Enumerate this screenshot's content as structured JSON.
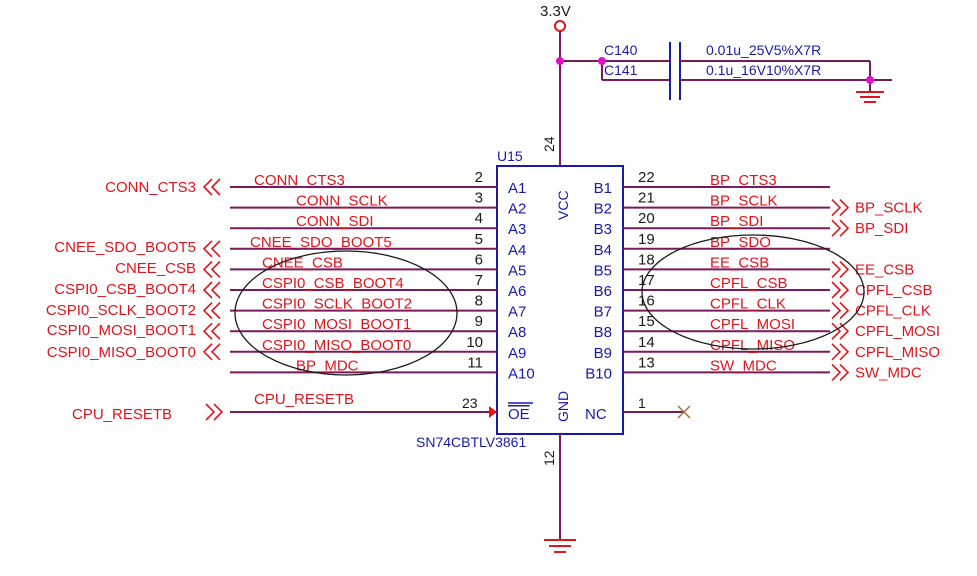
{
  "power": {
    "label": "3.3V"
  },
  "chip": {
    "ref": "U15",
    "part": "SN74CBTLV3861",
    "vcc_label": "VCC",
    "gnd_label": "GND",
    "vcc_pin": "24",
    "gnd_pin": "12"
  },
  "caps": [
    {
      "ref": "C140",
      "value": "0.01u_25V5%X7R"
    },
    {
      "ref": "C141",
      "value": "0.1u_16V10%X7R"
    }
  ],
  "left_pins": [
    {
      "num": "2",
      "name": "A1",
      "net": "CONN_CTS3",
      "port": "CONN_CTS3"
    },
    {
      "num": "3",
      "name": "A2",
      "net": "CONN_SCLK",
      "port": ""
    },
    {
      "num": "4",
      "name": "A3",
      "net": "CONN_SDI",
      "port": ""
    },
    {
      "num": "5",
      "name": "A4",
      "net": "CNEE_SDO_BOOT5",
      "port": "CNEE_SDO_BOOT5"
    },
    {
      "num": "6",
      "name": "A5",
      "net": "CNEE_CSB",
      "port": "CNEE_CSB"
    },
    {
      "num": "7",
      "name": "A6",
      "net": "CSPI0_CSB_BOOT4",
      "port": "CSPI0_CSB_BOOT4"
    },
    {
      "num": "8",
      "name": "A7",
      "net": "CSPI0_SCLK_BOOT2",
      "port": "CSPI0_SCLK_BOOT2"
    },
    {
      "num": "9",
      "name": "A8",
      "net": "CSPI0_MOSI_BOOT1",
      "port": "CSPI0_MOSI_BOOT1"
    },
    {
      "num": "10",
      "name": "A9",
      "net": "CSPI0_MISO_BOOT0",
      "port": "CSPI0_MISO_BOOT0"
    },
    {
      "num": "11",
      "name": "A10",
      "net": "BP_MDC",
      "port": ""
    }
  ],
  "right_pins": [
    {
      "num": "22",
      "name": "B1",
      "net": "BP_CTS3",
      "port": ""
    },
    {
      "num": "21",
      "name": "B2",
      "net": "BP_SCLK",
      "port": "BP_SCLK"
    },
    {
      "num": "20",
      "name": "B3",
      "net": "BP_SDI",
      "port": "BP_SDI"
    },
    {
      "num": "19",
      "name": "B4",
      "net": "BP_SDO",
      "port": ""
    },
    {
      "num": "18",
      "name": "B5",
      "net": "EE_CSB",
      "port": "EE_CSB"
    },
    {
      "num": "17",
      "name": "B6",
      "net": "CPFL_CSB",
      "port": "CPFL_CSB"
    },
    {
      "num": "16",
      "name": "B7",
      "net": "CPFL_CLK",
      "port": "CPFL_CLK"
    },
    {
      "num": "15",
      "name": "B8",
      "net": "CPFL_MOSI",
      "port": "CPFL_MOSI"
    },
    {
      "num": "14",
      "name": "B9",
      "net": "CPFL_MISO",
      "port": "CPFL_MISO"
    },
    {
      "num": "13",
      "name": "B10",
      "net": "SW_MDC",
      "port": "SW_MDC"
    }
  ],
  "oe_pin": {
    "num": "23",
    "name": "OE",
    "net": "CPU_RESETB",
    "port": "CPU_RESETB"
  },
  "nc_pin": {
    "num": "1",
    "name": "NC"
  },
  "colors": {
    "net": "#e0141c",
    "wire": "#7a1a5a",
    "chip": "#1a1aa8",
    "junction": "#e010c8"
  }
}
